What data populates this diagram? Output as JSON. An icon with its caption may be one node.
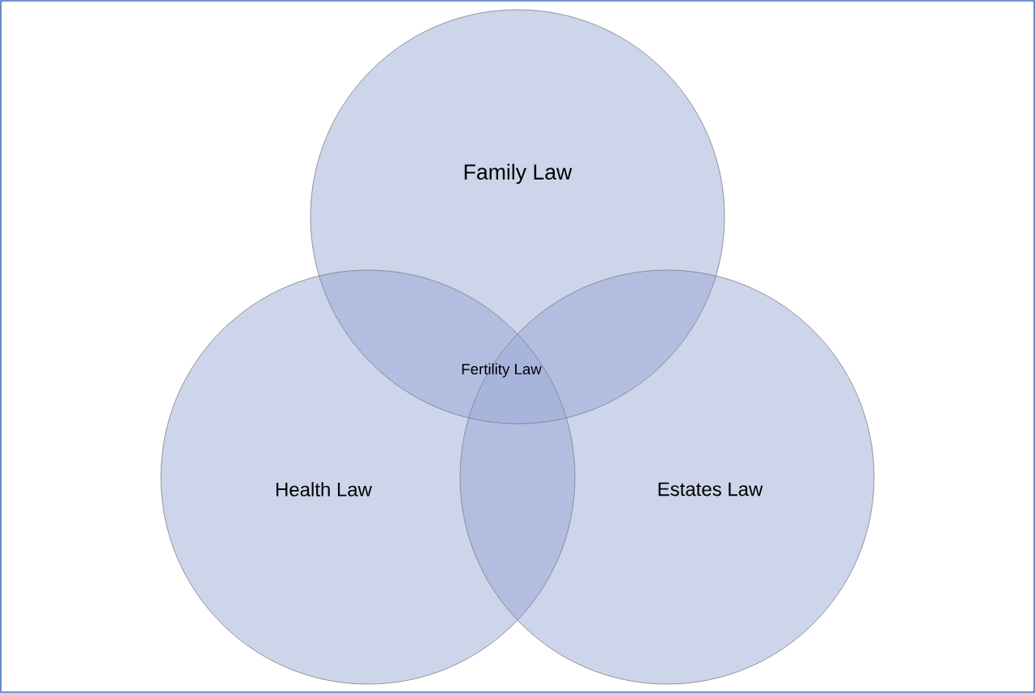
{
  "diagram": {
    "nodes": [
      {
        "text": [
          "Family Law"
        ]
      },
      {
        "text": [
          "Health Law"
        ]
      },
      {
        "text": [
          "Estates Law"
        ]
      }
    ],
    "labels": [
      "Fertility Law"
    ]
  }
}
